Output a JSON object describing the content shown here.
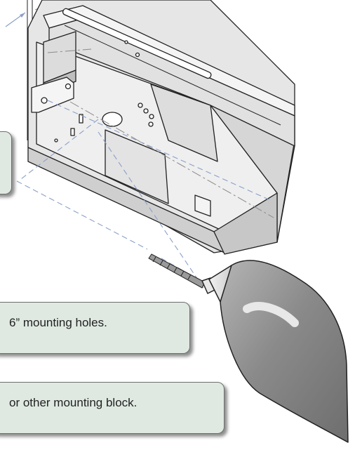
{
  "callouts": [
    {
      "id": "partial-callout-top",
      "text": ""
    },
    {
      "id": "mounting-holes-callout",
      "text": "6” mounting holes."
    },
    {
      "id": "mounting-block-callout",
      "text": "or other mounting block."
    }
  ],
  "colors": {
    "callout_fill": "#dfe9e2",
    "enclosure_fill": "#ebebeb",
    "enclosure_dark": "#cfcfcf",
    "drill_body": "#8f8f8f",
    "guide_line": "#8aa0c8",
    "outline": "#222222"
  },
  "icons": [
    "enclosure-illustration",
    "drill-illustration",
    "drill-bit-icon",
    "dimension-arrow-icon"
  ]
}
